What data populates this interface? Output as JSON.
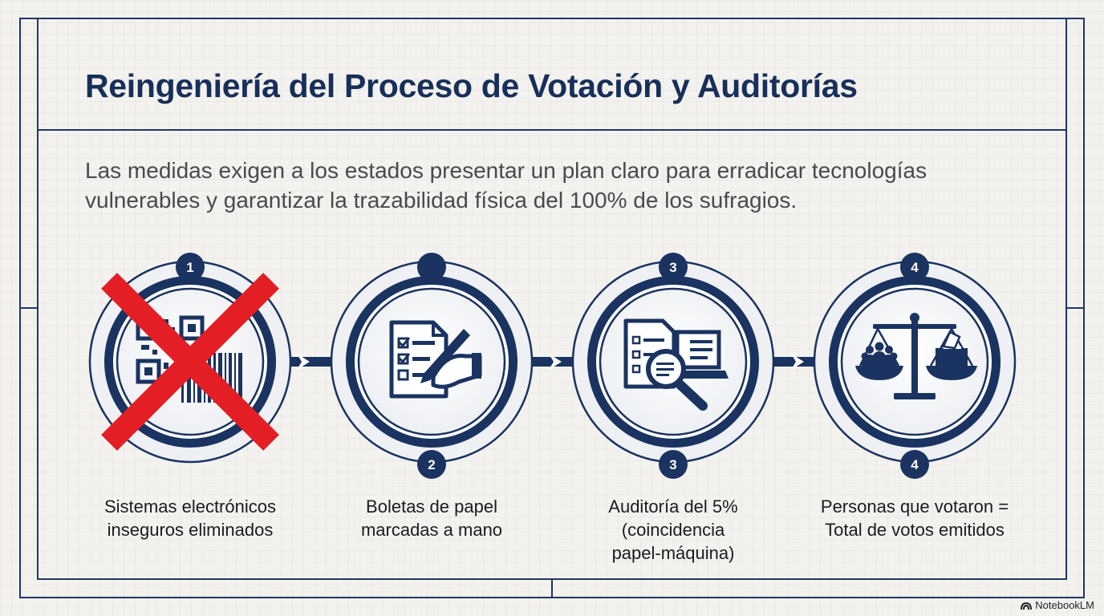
{
  "title": "Reingeniería del Proceso de Votación y Auditorías",
  "subtitle": "Las medidas exigen a los estados presentar un plan claro para erradicar tecnologías vulnerables y garantizar la trazabilidad física del 100% de los sufragios.",
  "colors": {
    "navy": "#1a3360",
    "red": "#e31e24",
    "background": "#f3f2ef"
  },
  "steps": [
    {
      "top_badge": "1",
      "bottom_badge": "",
      "icon": "qr-barcode-icon",
      "crossed_out": true,
      "label_lines": [
        "Sistemas electrónicos",
        "inseguros eliminados"
      ]
    },
    {
      "top_badge": "",
      "bottom_badge": "2",
      "icon": "hand-marking-ballot-icon",
      "crossed_out": false,
      "label_lines": [
        "Boletas de papel",
        "marcadas a mano"
      ]
    },
    {
      "top_badge": "3",
      "bottom_badge": "3",
      "icon": "audit-magnifier-icon",
      "crossed_out": false,
      "label_lines": [
        "Auditoría del 5%",
        "(coincidencia",
        "papel-máquina)"
      ]
    },
    {
      "top_badge": "4",
      "bottom_badge": "4",
      "icon": "balance-scale-icon",
      "crossed_out": false,
      "label_lines": [
        "Personas que votaron =",
        "Total de votos emitidos"
      ]
    }
  ],
  "brand": "NotebookLM"
}
